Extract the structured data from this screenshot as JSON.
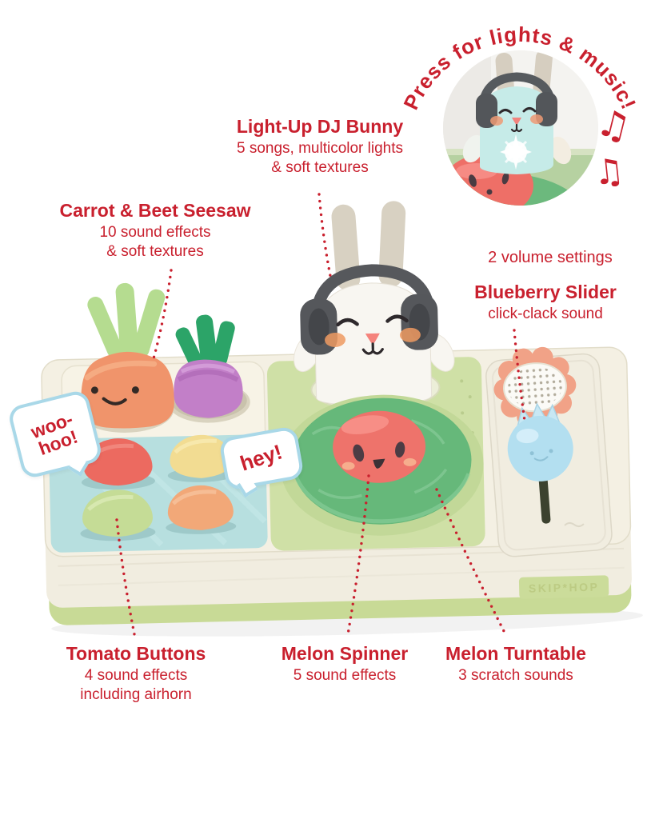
{
  "colors": {
    "accent_red": "#c9202e",
    "bubble_blue": "#a9d8e8",
    "toy_cream": "#f3efe2",
    "toy_green_base": "#c8da96",
    "pad_green": "#cfe0a6",
    "turntable_green": "#66b87a",
    "melon_red": "#ee736b",
    "panel_blue": "#b7dfdf",
    "carrot_orange": "#f0946b",
    "beet_purple": "#c27fc8",
    "blueberry_blue": "#b3dff0"
  },
  "inset": {
    "arc_text": "Press for lights & music!",
    "music_note_glyph": "♫"
  },
  "callouts": {
    "dj_bunny": {
      "title": "Light-Up DJ Bunny",
      "line1": "5 songs, multicolor lights",
      "line2": "& soft textures"
    },
    "carrot_beet": {
      "title": "Carrot & Beet Seesaw",
      "line1": "10 sound effects",
      "line2": "& soft textures"
    },
    "volume": {
      "text": "2 volume settings"
    },
    "blueberry": {
      "title": "Blueberry Slider",
      "line1": "click-clack sound"
    },
    "tomato": {
      "title": "Tomato Buttons",
      "line1": "4 sound effects",
      "line2": "including airhorn"
    },
    "melon_spinner": {
      "title": "Melon Spinner",
      "line1": "5 sound effects"
    },
    "melon_turntable": {
      "title": "Melon Turntable",
      "line1": "3 scratch sounds"
    }
  },
  "speech_bubbles": {
    "woohoo_line1": "woo-",
    "woohoo_line2": "hoo!",
    "hey": "hey!"
  },
  "toy": {
    "logo": "SKIP*HOP"
  }
}
